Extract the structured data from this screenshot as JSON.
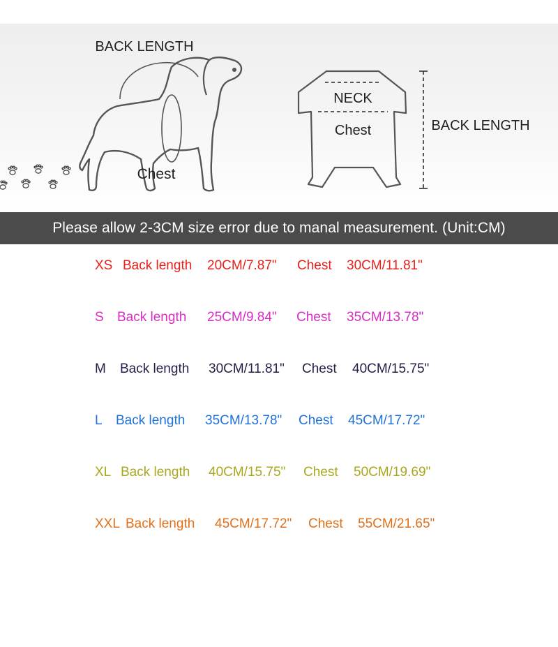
{
  "diagram": {
    "dog": {
      "back_length_label": "BACK LENGTH",
      "chest_label": "Chest"
    },
    "garment": {
      "neck_label": "NECK",
      "chest_label": "Chest",
      "back_length_label": "BACK LENGTH"
    },
    "decoration_icon": "paw-print-icon"
  },
  "notice": {
    "text": "Please allow 2-3CM size error due to manal measurement. (Unit:CM)"
  },
  "sizes": [
    {
      "size": "XS",
      "back_label": "Back length",
      "back_value": "20CM/7.87\"",
      "chest_label": "Chest",
      "chest_value": "30CM/11.81\"",
      "color": "#e8201a"
    },
    {
      "size": "S",
      "back_label": "Back length",
      "back_value": "25CM/9.84\"",
      "chest_label": "Chest",
      "chest_value": "35CM/13.78\"",
      "color": "#d62ec4"
    },
    {
      "size": "M",
      "back_label": "Back length",
      "back_value": "30CM/11.81\"",
      "chest_label": "Chest",
      "chest_value": "40CM/15.75\"",
      "color": "#2b1b47"
    },
    {
      "size": "L",
      "back_label": "Back length",
      "back_value": "35CM/13.78\"",
      "chest_label": "Chest",
      "chest_value": "45CM/17.72\"",
      "color": "#1f72d8"
    },
    {
      "size": "XL",
      "back_label": "Back length",
      "back_value": "40CM/15.75\"",
      "chest_label": "Chest",
      "chest_value": "50CM/19.69\"",
      "color": "#a9a71e"
    },
    {
      "size": "XXL",
      "back_label": "Back length",
      "back_value": "45CM/17.72\"",
      "chest_label": "Chest",
      "chest_value": "55CM/21.65\"",
      "color": "#e0701a"
    }
  ]
}
